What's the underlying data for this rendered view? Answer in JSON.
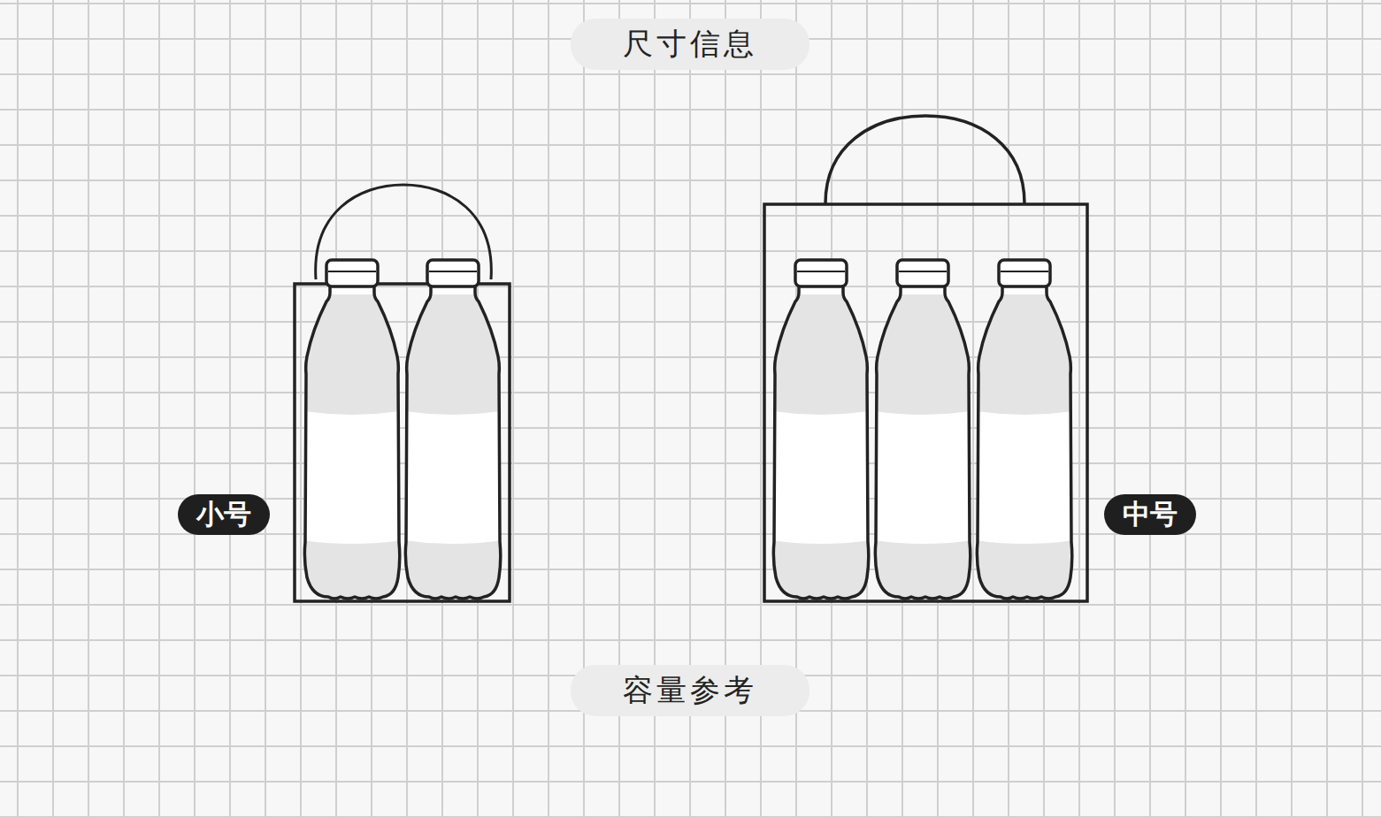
{
  "diagram": {
    "title": "尺寸信息",
    "caption": "容量参考",
    "labels": [
      "小号",
      "中号"
    ]
  }
}
